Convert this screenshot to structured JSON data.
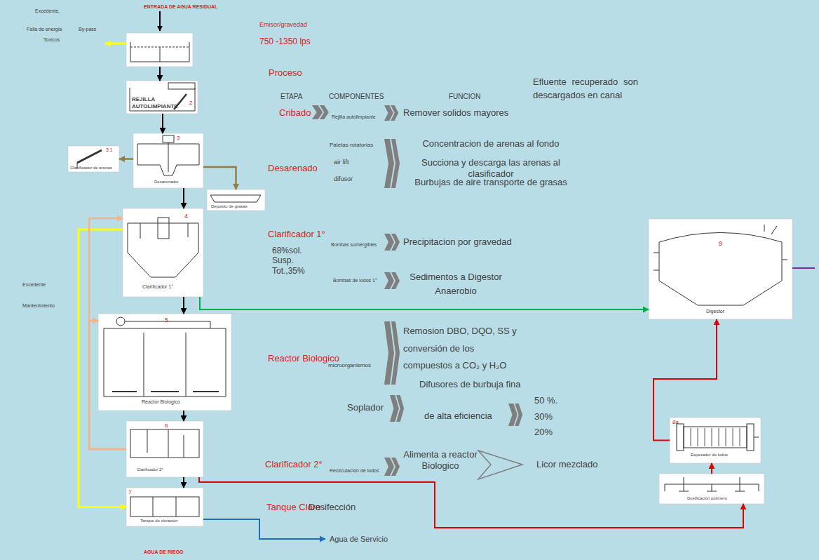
{
  "diagram": {
    "nodes": [
      {
        "text": [
          "ENTRADA DE AGUA RESIDUAL"
        ]
      },
      {
        "text": [
          "REJILLA AUTOLIMPIANTE",
          "2"
        ]
      },
      {
        "text": [
          "3",
          "Desarenador"
        ]
      },
      {
        "text": [
          "3.1",
          "Clasificador de arenas"
        ]
      },
      {
        "text": [
          "Deposito de grasas"
        ]
      },
      {
        "text": [
          "4",
          "Clarificador 1°"
        ]
      },
      {
        "text": [
          "5",
          "Reactor Biologico"
        ]
      },
      {
        "text": [
          "6",
          "Clarificador 2°"
        ]
      },
      {
        "text": [
          "7",
          "Tanque de cloración"
        ]
      },
      {
        "text": [
          "9",
          "Digestor"
        ]
      },
      {
        "text": [
          "8a",
          "Espesador de lodos"
        ]
      },
      {
        "text": [
          "Dosificación polimero"
        ]
      }
    ],
    "edges": [
      {
        "from": 0,
        "to": 1,
        "arrow": "to"
      },
      {
        "from": 1,
        "to": 2,
        "arrow": "to"
      },
      {
        "from": 2,
        "to": 3,
        "arrow": "to"
      },
      {
        "from": 2,
        "to": 4,
        "arrow": "to"
      },
      {
        "from": 2,
        "to": 5,
        "arrow": "to"
      },
      {
        "from": 5,
        "to": 6,
        "arrow": "to"
      },
      {
        "from": 6,
        "to": 7,
        "arrow": "to"
      },
      {
        "from": 7,
        "to": 8,
        "arrow": "to"
      },
      {
        "from": 5,
        "to": 8,
        "arrow": "to"
      },
      {
        "from": 5,
        "to": 9,
        "arrow": "to"
      },
      {
        "from": 7,
        "to": 6,
        "arrow": "to"
      },
      {
        "from": 7,
        "to": 5,
        "arrow": "to"
      },
      {
        "from": 7,
        "to": 11,
        "arrow": "to"
      },
      {
        "from": 11,
        "to": 10,
        "arrow": "to"
      },
      {
        "from": 10,
        "to": 9,
        "arrow": "to"
      }
    ],
    "labels": [
      "Excedente,",
      "Falla de energia",
      "By-pass",
      "Toxicos",
      "Emisor/gravedad",
      "750 -1350 lps",
      "Proceso",
      "ETAPA",
      "COMPONENTES",
      "FUNCION",
      "Cribado",
      "Rejilla autolimpiante",
      "Remover solidos mayores",
      "Desarenado",
      "Paletas rotatorias",
      "air lift",
      "difusor",
      "Concentracion de arenas al fondo",
      "Succiona y descarga las arenas al clasificador",
      "Burbujas de aire transporte de grasas",
      "Clarificador 1°",
      "68%sol. Susp. Tot.,35%",
      "Bombas sumergibles",
      "Precipitacion por gravedad",
      "Bombas de lodos 1°",
      "Sedimentos a Digestor Anaerobio",
      "Efluente recuperado son descargados en canal",
      "Reactor Biologico",
      "Remosion DBO, DQO, SS y conversión de los compuestos a CO₂ y H₂O",
      "microorganismos",
      "Difusores de burbuja fina",
      "Soplador",
      "de alta eficiencia",
      "50 %.",
      "30%",
      "20%",
      "Clarificador 2°",
      "Recirculación de lodos",
      "Alimenta a reactor Biologico",
      "Licor mezclado",
      "Tanque Cloro",
      "Desifección",
      "Agua de Servicio",
      "AGUA DE RIEGO",
      "Excedente",
      "Mantenimiento"
    ]
  }
}
